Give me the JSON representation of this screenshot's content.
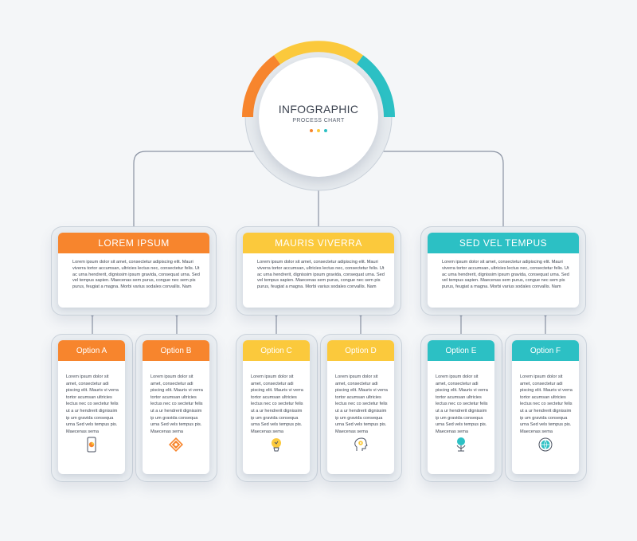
{
  "hub": {
    "title": "INFOGRAPHIC",
    "subtitle": "PROCESS CHART"
  },
  "colors": {
    "orange": "#f7852d",
    "yellow": "#fbc93c",
    "teal": "#2cc0c4",
    "connector": "#8a93a3",
    "background": "#f4f6f8"
  },
  "sections": [
    {
      "title": "LOREM IPSUM",
      "color": "orange",
      "text": "Lorem ipsum dolor sit amet, consectetur adipiscing elit. Mauri viverra tortor accumsan, ultricies lectus nec, consectetur felis. Ut ac urna hendrerit, dignissim ipsum gravida, consequat urna. Sed vel tempus sapien. Maecenas sem purus, congue nec sem pis purus, feugiat a magna. Morbi varius sodales convallis. Nam",
      "options": [
        {
          "label": "Option A",
          "text": "Lorem ipsum dolor sit amet, consectetur adi piscing elit. Mauris vi verra tortor acumsan ultricies lectus nec co sectetur felis ut a ur hendrerit dignissim ip um gravida consequa urna Sed vels tempus pis. Maecenas sema",
          "icon": "phone-chart-icon"
        },
        {
          "label": "Option B",
          "text": "Lorem ipsum dolor sit amet, consectetur adi piscing elit. Mauris vi verra tortor acumsan ultricies lectus nec co sectetur felis ut a ur hendrerit dignissim ip um gravida consequa urna Sed vels tempus pis. Maecenas sema",
          "icon": "puzzle-icon"
        }
      ]
    },
    {
      "title": "MAURIS VIVERRA",
      "color": "yellow",
      "text": "Lorem ipsum dolor sit amet, consectetur adipiscing elit. Mauri viverra tortor accumsan, ultricies lectus nec, consectetur felis. Ut ac urna hendrerit, dignissim ipsum gravida, consequat urna. Sed vel tempus sapien. Maecenas sem purus, congue nec sem pis purus, feugiat a magna. Morbi varius sodales convallis. Nam",
      "options": [
        {
          "label": "Option C",
          "text": "Lorem ipsum dolor sit amet, consectetur adi piscing elit. Mauris vi verra tortor acumsan ultricies lectus nec co sectetur felis ut a ur hendrerit dignissim ip um gravida consequa urna Sed vels tempus pis. Maecenas sema",
          "icon": "trophy-icon"
        },
        {
          "label": "Option D",
          "text": "Lorem ipsum dolor sit amet, consectetur adi piscing elit. Mauris vi verra tortor acumsan ultricies lectus nec co sectetur felis ut a ur hendrerit dignissim ip um gravida consequa urna Sed vels tempus pis. Maecenas sema",
          "icon": "head-gear-icon"
        }
      ]
    },
    {
      "title": "SED VEL TEMPUS",
      "color": "teal",
      "text": "Lorem ipsum dolor sit amet, consectetur adipiscing elit. Mauri viverra tortor accumsan, ultricies lectus nec, consectetur felis. Ut ac urna hendrerit, dignissim ipsum gravida, consequat urna. Sed vel tempus sapien. Maecenas sem purus, congue nec sem pis purus, feugiat a magna. Morbi varius sodales convallis. Nam",
      "options": [
        {
          "label": "Option E",
          "text": "Lorem ipsum dolor sit amet, consectetur adi piscing elit. Mauris vi verra tortor acumsan ultricies lectus nec co sectetur felis ut a ur hendrerit dignissim ip um gravida consequa urna Sed vels tempus pis. Maecenas sema",
          "icon": "plant-icon"
        },
        {
          "label": "Option F",
          "text": "Lorem ipsum dolor sit amet, consectetur adi piscing elit. Mauris vi verra tortor acumsan ultricies lectus nec co sectetur felis ut a ur hendrerit dignissim ip um gravida consequa urna Sed vels tempus pis. Maecenas sema",
          "icon": "globe-icon"
        }
      ]
    }
  ]
}
